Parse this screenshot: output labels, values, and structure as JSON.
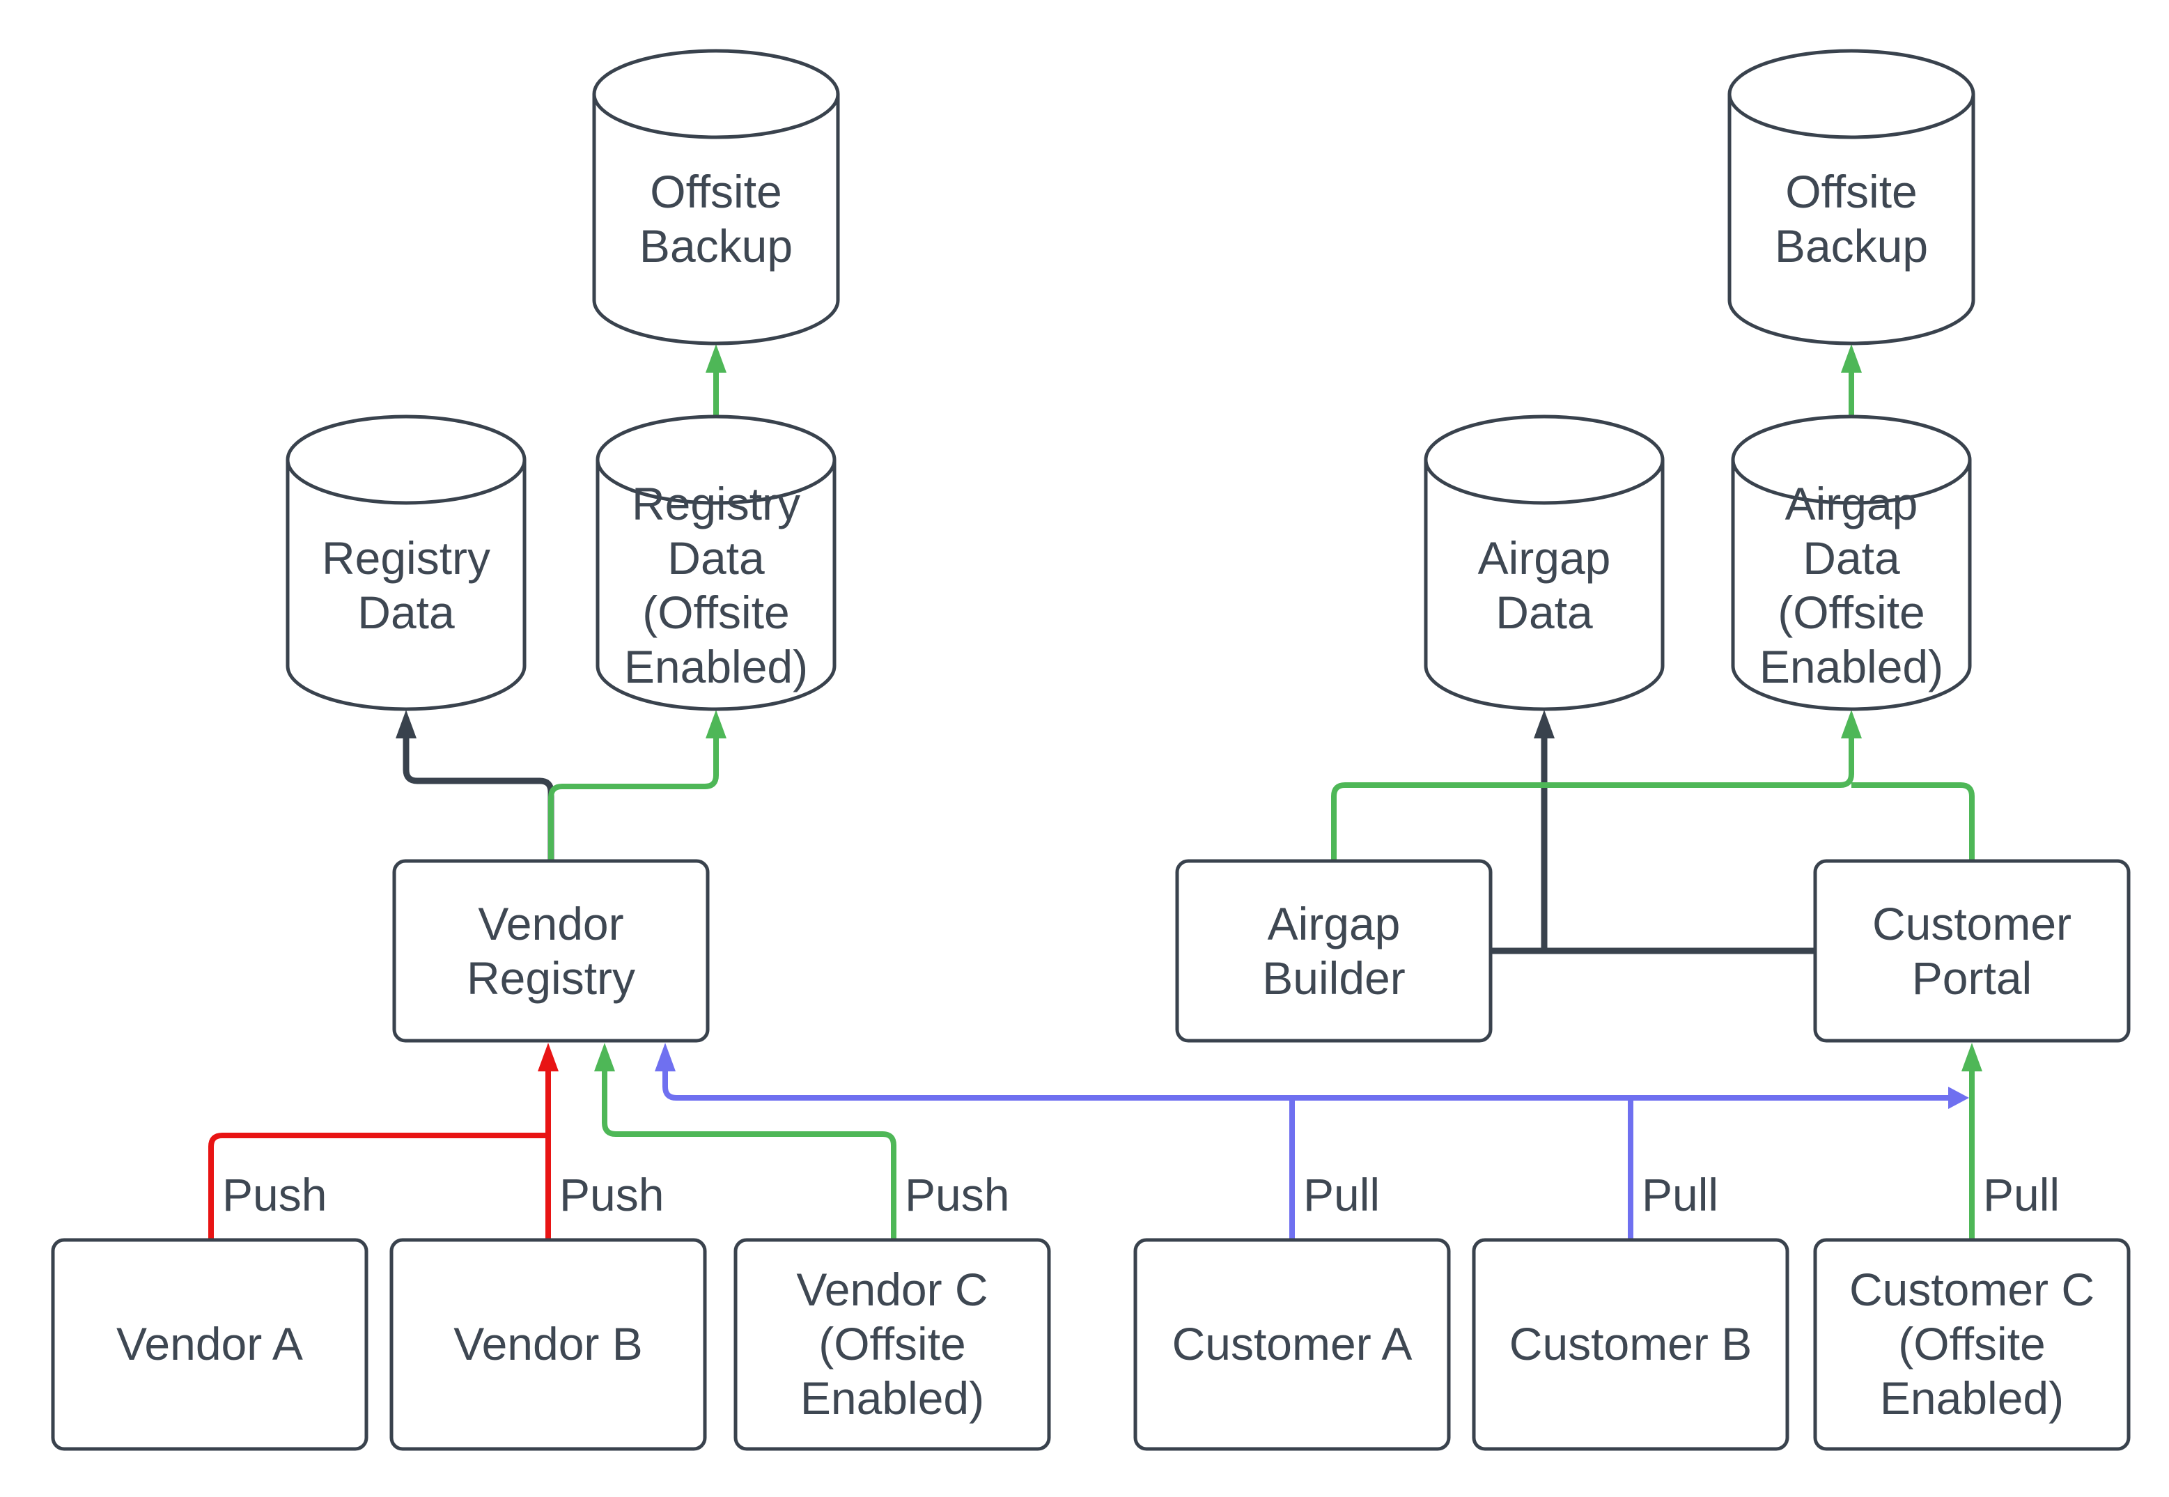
{
  "diagram": {
    "colors": {
      "background": "#ffffff",
      "stroke": "#39424d",
      "text": "#3e4752",
      "red": "#e81414",
      "green": "#4eb757",
      "blue": "#6f70f0"
    },
    "nodes": {
      "offsite_backup_left": {
        "type": "database",
        "lines": [
          "Offsite",
          "Backup"
        ]
      },
      "registry_data": {
        "type": "database",
        "lines": [
          "Registry",
          "Data"
        ]
      },
      "registry_data_offsite": {
        "type": "database",
        "lines": [
          "Registry",
          "Data",
          "(Offsite",
          "Enabled)"
        ]
      },
      "vendor_registry": {
        "type": "process",
        "lines": [
          "Vendor",
          "Registry"
        ]
      },
      "vendor_a": {
        "type": "process",
        "lines": [
          "Vendor A"
        ]
      },
      "vendor_b": {
        "type": "process",
        "lines": [
          "Vendor B"
        ]
      },
      "vendor_c": {
        "type": "process",
        "lines": [
          "Vendor C",
          "(Offsite",
          "Enabled)"
        ]
      },
      "airgap_builder": {
        "type": "process",
        "lines": [
          "Airgap",
          "Builder"
        ]
      },
      "airgap_data": {
        "type": "database",
        "lines": [
          "Airgap",
          "Data"
        ]
      },
      "airgap_data_offsite": {
        "type": "database",
        "lines": [
          "Airgap",
          "Data",
          "(Offsite",
          "Enabled)"
        ]
      },
      "offsite_backup_right": {
        "type": "database",
        "lines": [
          "Offsite",
          "Backup"
        ]
      },
      "customer_portal": {
        "type": "process",
        "lines": [
          "Customer",
          "Portal"
        ]
      },
      "customer_a": {
        "type": "process",
        "lines": [
          "Customer A"
        ]
      },
      "customer_b": {
        "type": "process",
        "lines": [
          "Customer B"
        ]
      },
      "customer_c": {
        "type": "process",
        "lines": [
          "Customer C",
          "(Offsite",
          "Enabled)"
        ]
      }
    },
    "edge_labels": {
      "push_vendor_a": "Push",
      "push_vendor_b": "Push",
      "push_vendor_c": "Push",
      "pull_customer_a": "Pull",
      "pull_customer_b": "Pull",
      "pull_customer_c": "Pull"
    },
    "edges": [
      {
        "from": "vendor_a",
        "to": "vendor_registry",
        "color": "red",
        "label": "Push"
      },
      {
        "from": "vendor_b",
        "to": "vendor_registry",
        "color": "red",
        "label": "Push"
      },
      {
        "from": "vendor_c",
        "to": "vendor_registry",
        "color": "green",
        "label": "Push"
      },
      {
        "from": "customer_a",
        "to": "vendor_registry",
        "color": "blue",
        "label": "Pull"
      },
      {
        "from": "customer_b",
        "to": "vendor_registry",
        "color": "blue",
        "label": "Pull"
      },
      {
        "from": "customer_c",
        "to": "customer_portal",
        "color": "green",
        "label": "Pull"
      },
      {
        "from": "vendor_registry",
        "to": "registry_data",
        "color": "dark",
        "label": ""
      },
      {
        "from": "vendor_registry",
        "to": "registry_data_offsite",
        "color": "green",
        "label": ""
      },
      {
        "from": "registry_data_offsite",
        "to": "offsite_backup_left",
        "color": "green",
        "label": ""
      },
      {
        "from": "airgap_builder",
        "to": "airgap_data",
        "color": "dark",
        "label": ""
      },
      {
        "from": "customer_portal",
        "to": "airgap_data",
        "color": "dark",
        "label": ""
      },
      {
        "from": "airgap_builder",
        "to": "airgap_data_offsite",
        "color": "green",
        "label": ""
      },
      {
        "from": "customer_portal",
        "to": "airgap_data_offsite",
        "color": "green",
        "label": ""
      },
      {
        "from": "airgap_data_offsite",
        "to": "offsite_backup_right",
        "color": "green",
        "label": ""
      }
    ]
  }
}
